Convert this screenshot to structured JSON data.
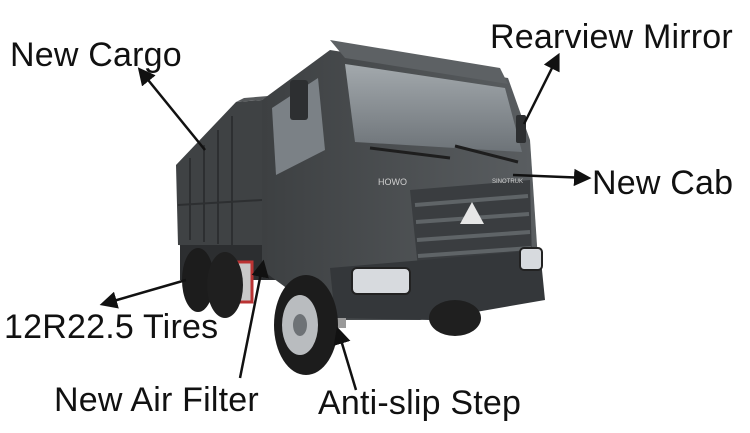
{
  "labels": {
    "new_cargo": "New Cargo",
    "rearview_mirror": "Rearview Mirror",
    "new_cab": "New Cab",
    "tires": "12R22.5 Tires",
    "new_air_filter": "New Air Filter",
    "anti_slip_step": "Anti-slip Step"
  },
  "truck": {
    "brand_badge": "HOWO",
    "brand_badge_small": "SINOTRUK",
    "body_color": "#4a4d4f",
    "cab_color": "#55595c",
    "glass_color": "#8c9297"
  }
}
